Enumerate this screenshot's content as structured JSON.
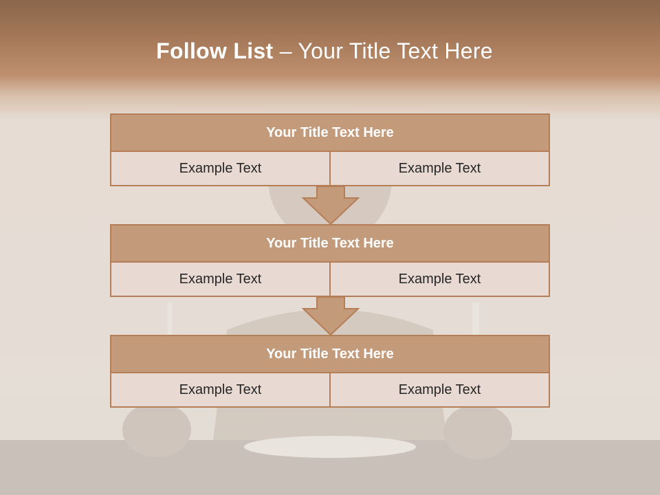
{
  "slide": {
    "title_bold": "Follow List",
    "title_rest": " – Your Title Text Here"
  },
  "blocks": [
    {
      "title": "Your Title Text Here",
      "left": "Example Text",
      "right": "Example Text"
    },
    {
      "title": "Your Title Text Here",
      "left": "Example Text",
      "right": "Example Text"
    },
    {
      "title": "Your Title Text Here",
      "left": "Example Text",
      "right": "Example Text"
    }
  ],
  "colors": {
    "header_fill": "#c49b7a",
    "border": "#b57e56",
    "row_fill": "#e8dad2",
    "top_band": "#8a664b"
  }
}
